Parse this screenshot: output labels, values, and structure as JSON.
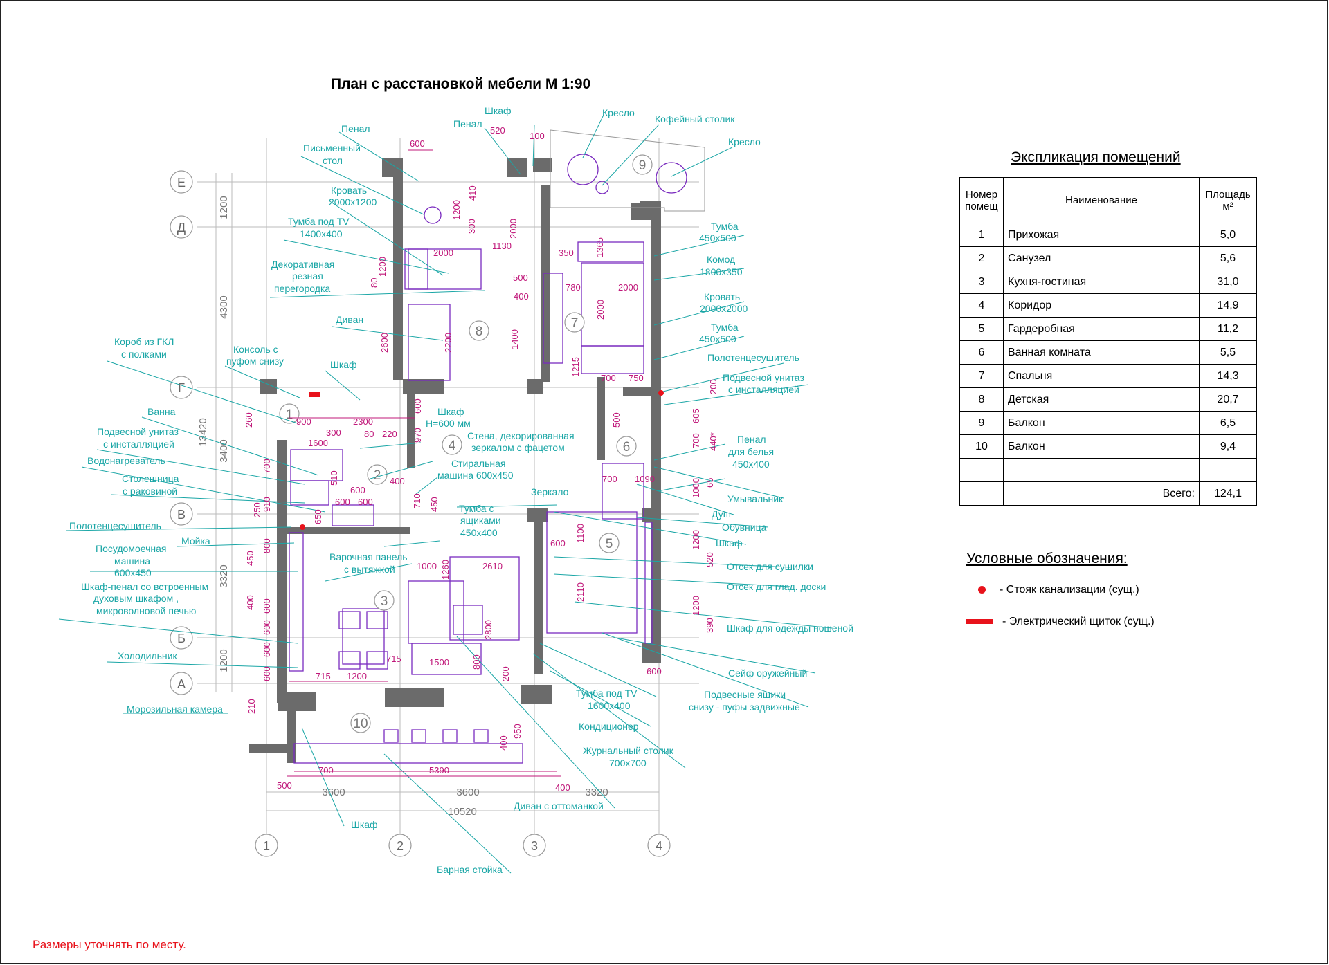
{
  "title": "План с расстановкой мебели М 1:90",
  "note": "Размеры уточнять по месту.",
  "colors": {
    "labels": "#1aa6a6",
    "dimensions": "#c0187a",
    "furniture": "#7a2bbf",
    "walls": "#666666",
    "markers": "#e8121b"
  },
  "axes": {
    "rows": [
      "Е",
      "Д",
      "Г",
      "В",
      "Б",
      "А"
    ],
    "cols": [
      "1",
      "2",
      "3",
      "4"
    ]
  },
  "rooms": [
    "1",
    "2",
    "3",
    "4",
    "5",
    "6",
    "7",
    "8",
    "9",
    "10"
  ],
  "overall_dims": {
    "left_vertical": [
      "1200",
      "4300",
      "3400",
      "3320",
      "1200"
    ],
    "left_total": "13420",
    "bottom": [
      "3600",
      "3600",
      "3320"
    ],
    "bottom_total": "10520"
  },
  "labels": [
    "Пенал",
    "Письменный",
    "стол",
    "Кровать",
    "2000х1200",
    "Тумба под TV",
    "1400х400",
    "Декоративная",
    "резная",
    "перегородка",
    "Диван",
    "Короб из ГКЛ",
    "с полками",
    "Консоль с",
    "пуфом снизу",
    "Шкаф",
    "Ванна",
    "Подвесной унитаз",
    "с инсталляцией",
    "Водонагреватель",
    "Столешница",
    "с раковиной",
    "Полотенцесушитель",
    "Мойка",
    "Посудомоечная",
    "машина",
    "600х450",
    "Шкаф-пенал со встроенным",
    "духовым шкафом ,",
    "микроволновой печью",
    "Холодильник",
    "Морозильная камера",
    "Шкаф",
    "Н=600 мм",
    "Стена, декорированная",
    "зеркалом с фацетом",
    "Стиральная",
    "машина 600х450",
    "Тумба с",
    "ящиками",
    "450х400",
    "Варочная панель",
    "с вытяжкой",
    "Зеркало",
    "Пенал",
    "Шкаф",
    "Кресло",
    "Кофейный столик",
    "Кресло",
    "Тумба",
    "450х500",
    "Комод",
    "1800х350",
    "Кровать",
    "2000х2000",
    "Тумба",
    "450х500",
    "Полотенцесушитель",
    "Подвесной унитаз",
    "с инсталляцией",
    "Пенал",
    "для белья",
    "450х400",
    "Умывальник",
    "Душ",
    "Обувница",
    "Шкаф",
    "Отсек для сушилки",
    "Отсек для глад. доски",
    "Шкаф для одежды ношеной",
    "Сейф оружейный",
    "Подвесные ящики",
    "снизу - пуфы задвижные",
    "Тумба под TV",
    "1600х400",
    "Кондиционер",
    "Журнальный столик",
    "700х700",
    "Диван с оттоманкой",
    "Шкаф",
    "Барная стойка"
  ],
  "dims": [
    "600",
    "410",
    "1200",
    "300",
    "2000",
    "80",
    "1200",
    "2600",
    "2200",
    "520",
    "100",
    "2000",
    "1130",
    "350",
    "500",
    "400",
    "780",
    "1400",
    "1365",
    "2000",
    "2000",
    "1215",
    "700",
    "750",
    "260",
    "900",
    "2300",
    "600",
    "970",
    "300",
    "80",
    "220",
    "1600",
    "700",
    "510",
    "400",
    "600",
    "600",
    "600",
    "710",
    "450",
    "250",
    "910",
    "650",
    "800",
    "450",
    "400",
    "600",
    "600",
    "600",
    "600",
    "715",
    "1200",
    "715",
    "210",
    "1000",
    "1260",
    "2610",
    "2800",
    "1500",
    "800",
    "200",
    "500",
    "605",
    "700",
    "440*",
    "200",
    "1000",
    "65",
    "700",
    "1090",
    "1100",
    "600",
    "2110",
    "1200",
    "520",
    "1200",
    "390",
    "600",
    "950",
    "400",
    "700",
    "5390",
    "500",
    "400"
  ],
  "explication": {
    "title": "Экспликация помещений",
    "headers": {
      "num": "Номер помещ",
      "name": "Наименование",
      "area": "Площадь м²"
    },
    "rows": [
      {
        "num": "1",
        "name": "Прихожая",
        "area": "5,0"
      },
      {
        "num": "2",
        "name": "Санузел",
        "area": "5,6"
      },
      {
        "num": "3",
        "name": "Кухня-гостиная",
        "area": "31,0"
      },
      {
        "num": "4",
        "name": "Коридор",
        "area": "14,9"
      },
      {
        "num": "5",
        "name": "Гардеробная",
        "area": "11,2"
      },
      {
        "num": "6",
        "name": "Ванная комната",
        "area": "5,5"
      },
      {
        "num": "7",
        "name": "Спальня",
        "area": "14,3"
      },
      {
        "num": "8",
        "name": "Детская",
        "area": "20,7"
      },
      {
        "num": "9",
        "name": "Балкон",
        "area": "6,5"
      },
      {
        "num": "10",
        "name": "Балкон",
        "area": "9,4"
      }
    ],
    "total_label": "Всего:",
    "total_value": "124,1"
  },
  "legend": {
    "title": "Условные обозначения:",
    "items": [
      {
        "icon": "red-dot",
        "text": "- Стояк канализации (сущ.)"
      },
      {
        "icon": "red-bar",
        "text": "- Электрический щиток (сущ.)"
      }
    ]
  }
}
